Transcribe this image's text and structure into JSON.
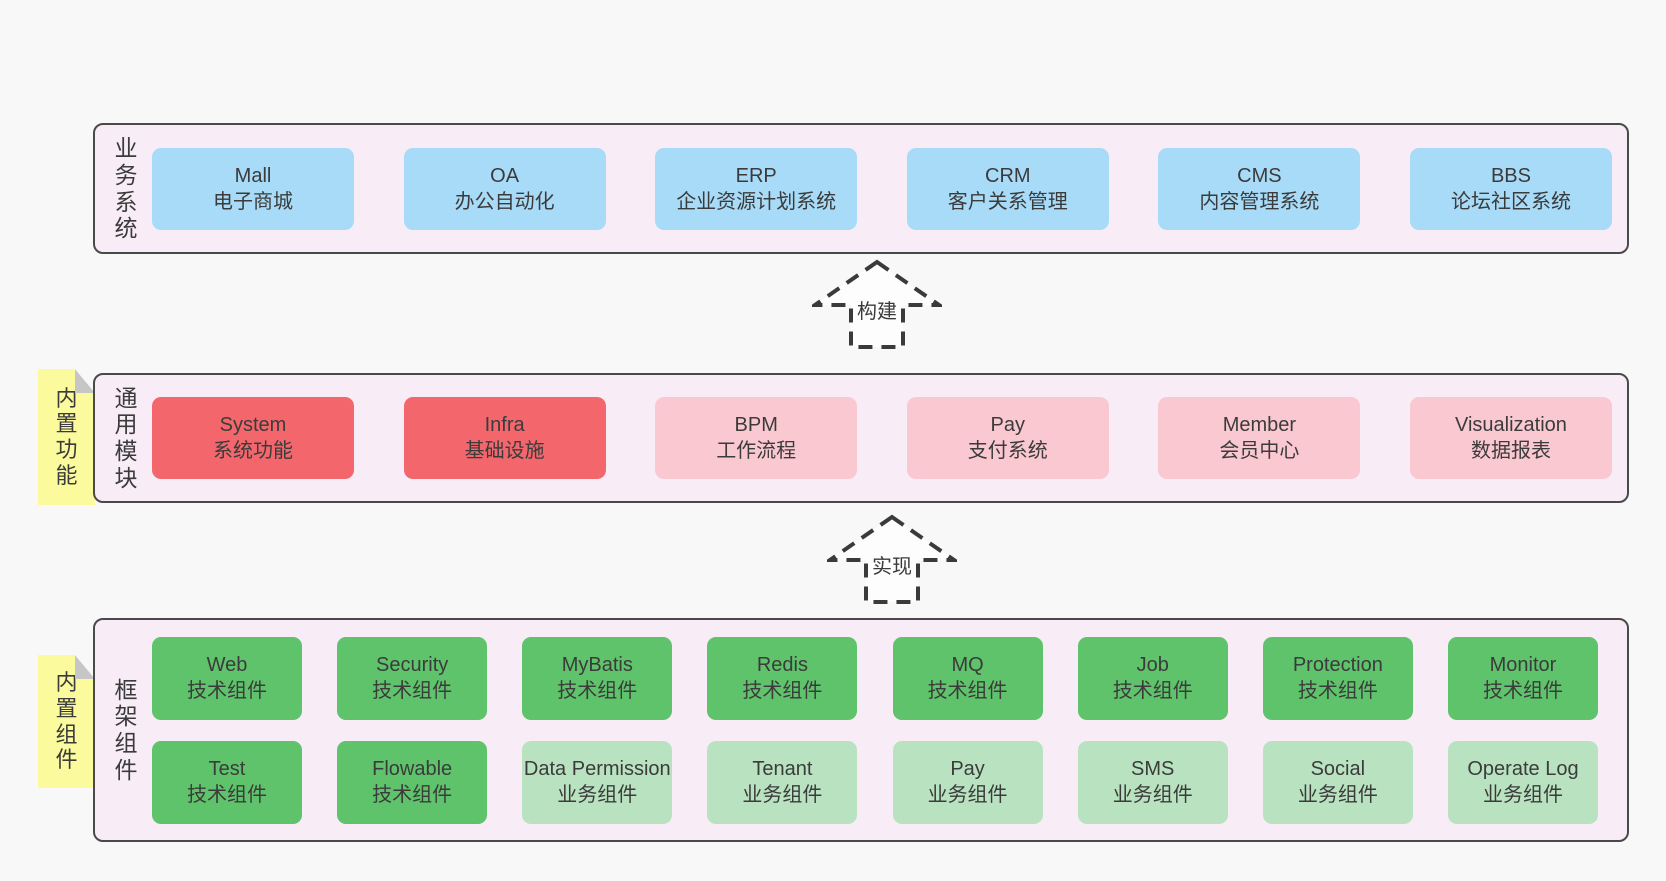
{
  "page": {
    "background_color": "#f8f8f8",
    "panel_fill_color": "#f8edf7",
    "panel_border_color": "#4a4a4a",
    "note_color": "#fbfb9d",
    "box_colors": {
      "blue": "#a8dbf7",
      "red": "#f3676c",
      "pink": "#fac8d1",
      "green": "#5fc36b",
      "lightgreen": "#b9e3c0"
    }
  },
  "notes": {
    "common": "内置功能",
    "framework": "内置组件"
  },
  "arrows": {
    "build": "构建",
    "implement": "实现"
  },
  "layers": {
    "business": {
      "label": "业务系统",
      "boxes": [
        {
          "name": "Mall",
          "desc": "电子商城"
        },
        {
          "name": "OA",
          "desc": "办公自动化"
        },
        {
          "name": "ERP",
          "desc": "企业资源计划系统"
        },
        {
          "name": "CRM",
          "desc": "客户关系管理"
        },
        {
          "name": "CMS",
          "desc": "内容管理系统"
        },
        {
          "name": "BBS",
          "desc": "论坛社区系统"
        }
      ]
    },
    "common": {
      "label": "通用模块",
      "boxes": [
        {
          "name": "System",
          "desc": "系统功能"
        },
        {
          "name": "Infra",
          "desc": "基础设施"
        },
        {
          "name": "BPM",
          "desc": "工作流程"
        },
        {
          "name": "Pay",
          "desc": "支付系统"
        },
        {
          "name": "Member",
          "desc": "会员中心"
        },
        {
          "name": "Visualization",
          "desc": "数据报表"
        }
      ]
    },
    "framework": {
      "label": "框架组件",
      "row1": [
        {
          "name": "Web",
          "desc": "技术组件"
        },
        {
          "name": "Security",
          "desc": "技术组件"
        },
        {
          "name": "MyBatis",
          "desc": "技术组件"
        },
        {
          "name": "Redis",
          "desc": "技术组件"
        },
        {
          "name": "MQ",
          "desc": "技术组件"
        },
        {
          "name": "Job",
          "desc": "技术组件"
        },
        {
          "name": "Protection",
          "desc": "技术组件"
        },
        {
          "name": "Monitor",
          "desc": "技术组件"
        }
      ],
      "row2": [
        {
          "name": "Test",
          "desc": "技术组件"
        },
        {
          "name": "Flowable",
          "desc": "技术组件"
        },
        {
          "name": "Data Permission",
          "desc": "业务组件"
        },
        {
          "name": "Tenant",
          "desc": "业务组件"
        },
        {
          "name": "Pay",
          "desc": "业务组件"
        },
        {
          "name": "SMS",
          "desc": "业务组件"
        },
        {
          "name": "Social",
          "desc": "业务组件"
        },
        {
          "name": "Operate Log",
          "desc": "业务组件"
        }
      ]
    }
  }
}
